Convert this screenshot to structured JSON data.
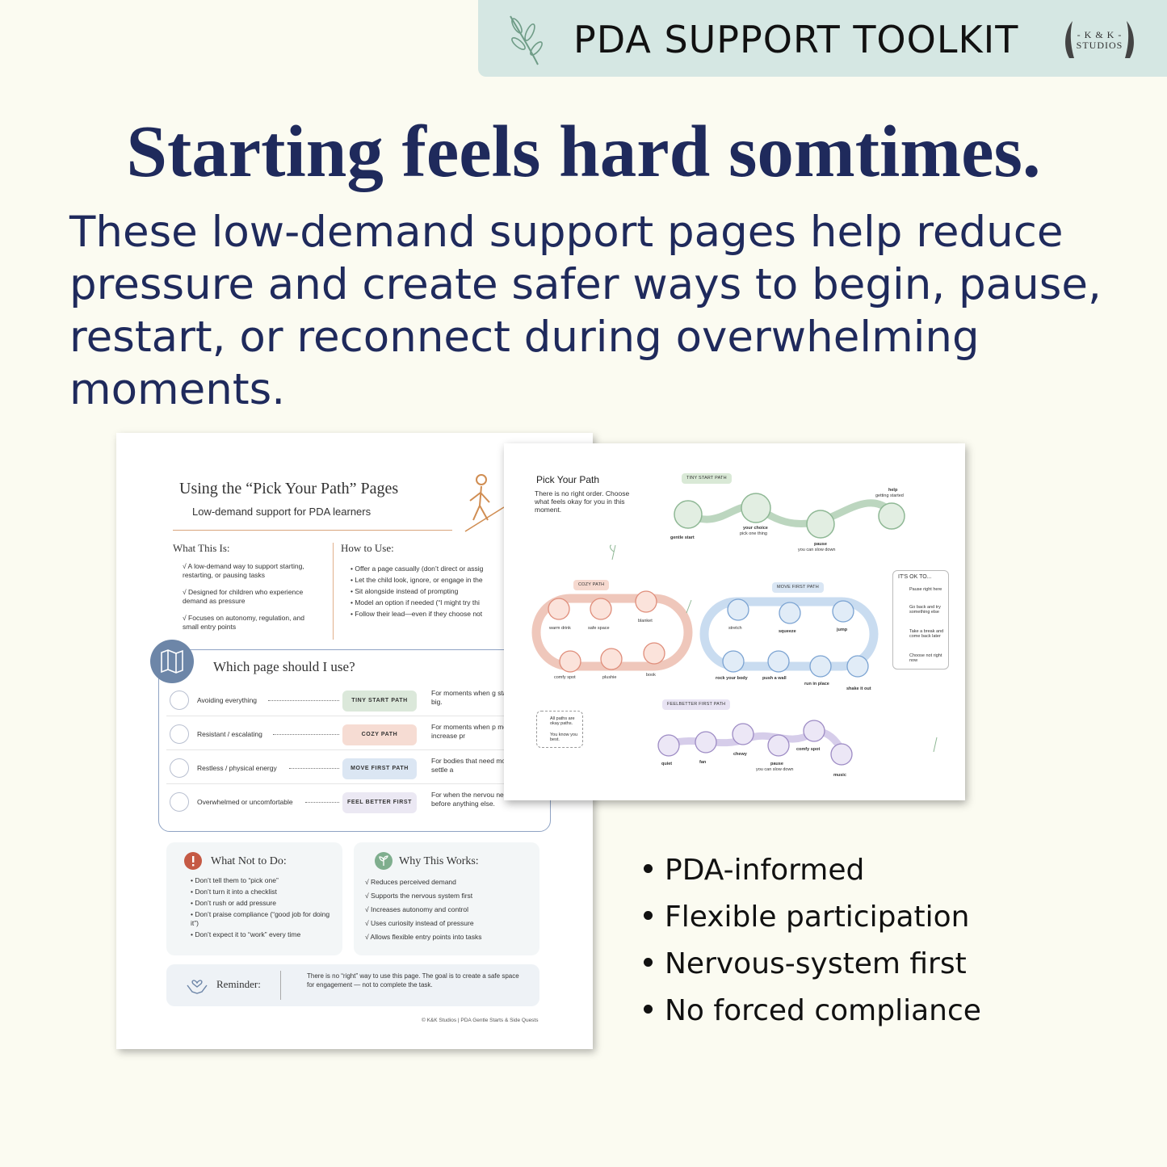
{
  "banner": {
    "title": "PDA SUPPORT TOOLKIT",
    "logo_line1": "- K & K -",
    "logo_line2": "STUDIOS",
    "sprig_icon": "leaf-sprig-icon",
    "background_color": "#d5e7e3"
  },
  "headline": "Starting feels hard somtimes.",
  "intro": "These low-demand support pages help reduce pressure and create safer ways to begin, pause, restart, or reconnect during overwhelming moments.",
  "back_page": {
    "title": "Using the “Pick Your Path” Pages",
    "subtitle": "Low-demand support for PDA learners",
    "what_title": "What This Is:",
    "what_items": [
      "√ A low-demand way to support starting, restarting, or pausing tasks",
      "√ Designed for children who experience demand as pressure",
      "√ Focuses on autonomy, regulation, and small entry points"
    ],
    "how_title": "How to Use:",
    "how_items": [
      "• Offer a page casually (don’t direct or assig",
      "• Let the child look, ignore, or engage in the",
      "• Sit alongside instead of prompting",
      "• Model an option if needed (“I might try thi",
      "• Follow their lead—even if they choose not"
    ],
    "which_title": "Which page should I use?",
    "rows": [
      {
        "label": "Avoiding everything",
        "pill": "TINY START PATH",
        "desc": "For moments when g started feels big."
      },
      {
        "label": "Resistant / escalating",
        "pill": "COZY PATH",
        "desc": "For moments when p more will increase pr"
      },
      {
        "label": "Restless / physical energy",
        "pill": "MOVE FIRST PATH",
        "desc": "For bodies that need movement to settle a"
      },
      {
        "label": "Overwhelmed or uncomfortable",
        "pill": "FEEL BETTER FIRST",
        "desc": "For when the nervou needs support before anything else."
      }
    ],
    "what_not_title": "What Not to Do:",
    "what_not_items": [
      "• Don’t tell them to “pick one”",
      "• Don’t turn it into a checklist",
      "• Don’t rush or add pressure",
      "• Don’t praise compliance (“good job for doing it”)",
      "• Don’t expect it to “work” every time"
    ],
    "why_title": "Why This Works:",
    "why_items": [
      "√ Reduces perceived demand",
      "√ Supports the nervous system first",
      "√ Increases autonomy and control",
      "√ Uses curiosity instead of pressure",
      "√ Allows flexible entry points into tasks"
    ],
    "reminder_title": "Reminder:",
    "reminder_text": "There is no “right” way to use this page. The goal is to create a safe space for engagement — not to complete the task.",
    "copyright": "© K&K Studios | PDA Gentle Starts & Side Quests"
  },
  "front_page": {
    "title": "Pick Your Path",
    "subtitle": "There is no right order. Choose what feels okay for you in this moment.",
    "tiny_tag": "TINY START PATH",
    "tiny_labels": {
      "gentle": "gentle start",
      "choice": "your choice",
      "choice_sub": "pick one thing",
      "pause": "pause",
      "pause_sub": "you can slow down",
      "help": "help",
      "help_sub": "getting started"
    },
    "cozy_tag": "COZY PATH",
    "cozy_labels": {
      "drink": "warm drink",
      "safe": "safe space",
      "blanket": "blanket",
      "comfy": "comfy spot",
      "plushie": "plushie",
      "book": "book"
    },
    "move_tag": "MOVE FIRST PATH",
    "move_labels": {
      "stretch": "stretch",
      "squeeze": "squeeze",
      "jump": "jump",
      "rock": "rock your body",
      "push": "push a wall",
      "run": "run in place",
      "shake": "shake it out"
    },
    "feel_tag": "FEELBETTER FIRST PATH",
    "feel_labels": {
      "quiet": "quiet",
      "fan": "fan",
      "chewy": "chewy",
      "pause": "pause",
      "pause_sub": "you can slow down",
      "comfy": "comfy spot",
      "music": "music"
    },
    "ok_title": "IT'S OK TO...",
    "ok_items": [
      "Pause right here",
      "Go back and try something else",
      "Take a break and come back later",
      "Choose not right now"
    ],
    "allpaths": "All paths are okay paths.",
    "youknow": "You know you best."
  },
  "features": [
    "PDA-informed",
    "Flexible participation",
    "Nervous-system first",
    "No forced compliance"
  ],
  "colors": {
    "navy": "#1f2a5c",
    "tiny_green": "#7fb08a",
    "cozy_red": "#e38c7c",
    "move_blue": "#7fa8d6",
    "feel_purple": "#9e8cc4"
  }
}
